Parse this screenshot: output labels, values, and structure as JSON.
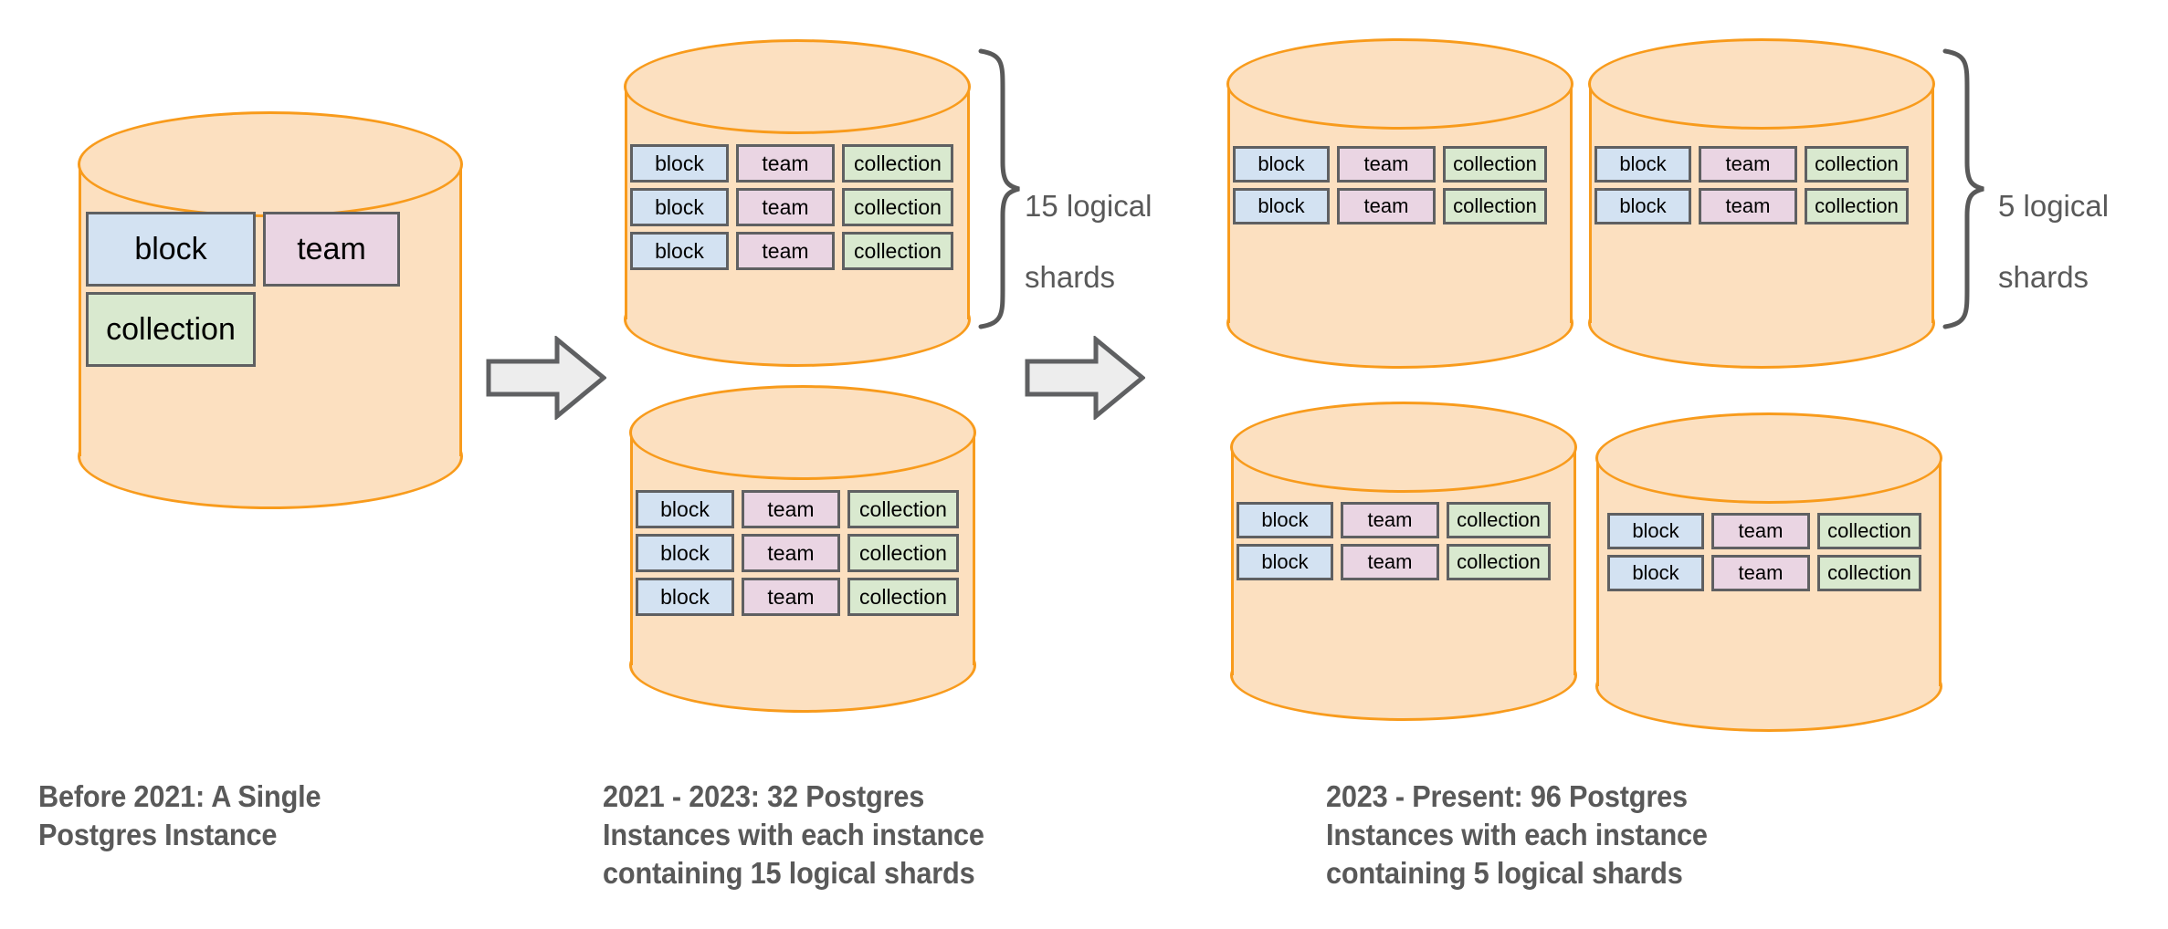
{
  "diagram": {
    "title_semantic": "Notion Postgres sharding evolution",
    "colors": {
      "cylinder_fill": "#fce0c0",
      "cylinder_stroke": "#f89b1c",
      "block_fill": "#d3e2f2",
      "team_fill": "#ead5e3",
      "collection_fill": "#d9e9cf",
      "shard_stroke": "#5f6062",
      "arrow_fill": "#ededed",
      "arrow_stroke": "#5f6062",
      "text_gray": "#595959",
      "background": "#ffffff"
    },
    "shard_labels": {
      "block": "block",
      "team": "team",
      "collection": "collection"
    },
    "stages": [
      {
        "id": "before-2021",
        "caption": "Before 2021: A Single Postgres Instance",
        "caption_lines": [
          "Before 2021: A Single",
          "Postgres Instance"
        ],
        "instances": 1,
        "shards_per_instance": 1,
        "brace_label": null
      },
      {
        "id": "2021-2023",
        "caption": "2021 - 2023: 32 Postgres Instances with each instance containing 15 logical shards",
        "caption_lines": [
          "2021 - 2023: 32 Postgres",
          "Instances with each instance",
          "containing 15 logical shards"
        ],
        "instances": 32,
        "shards_per_instance": 15,
        "brace_label": "15 logical\nshards",
        "brace_label_lines": [
          "15 logical",
          "shards"
        ]
      },
      {
        "id": "2023-present",
        "caption": "2023 - Present: 96 Postgres Instances with each instance containing 5 logical shards",
        "caption_lines": [
          "2023 - Present: 96 Postgres",
          "Instances with each instance",
          "containing 5 logical shards"
        ],
        "instances": 96,
        "shards_per_instance": 5,
        "brace_label": "5 logical\nshards",
        "brace_label_lines": [
          "5 logical",
          "shards"
        ]
      }
    ],
    "arrows": [
      {
        "id": "arrow-1",
        "direction": "right"
      },
      {
        "id": "arrow-2",
        "direction": "right"
      }
    ]
  }
}
